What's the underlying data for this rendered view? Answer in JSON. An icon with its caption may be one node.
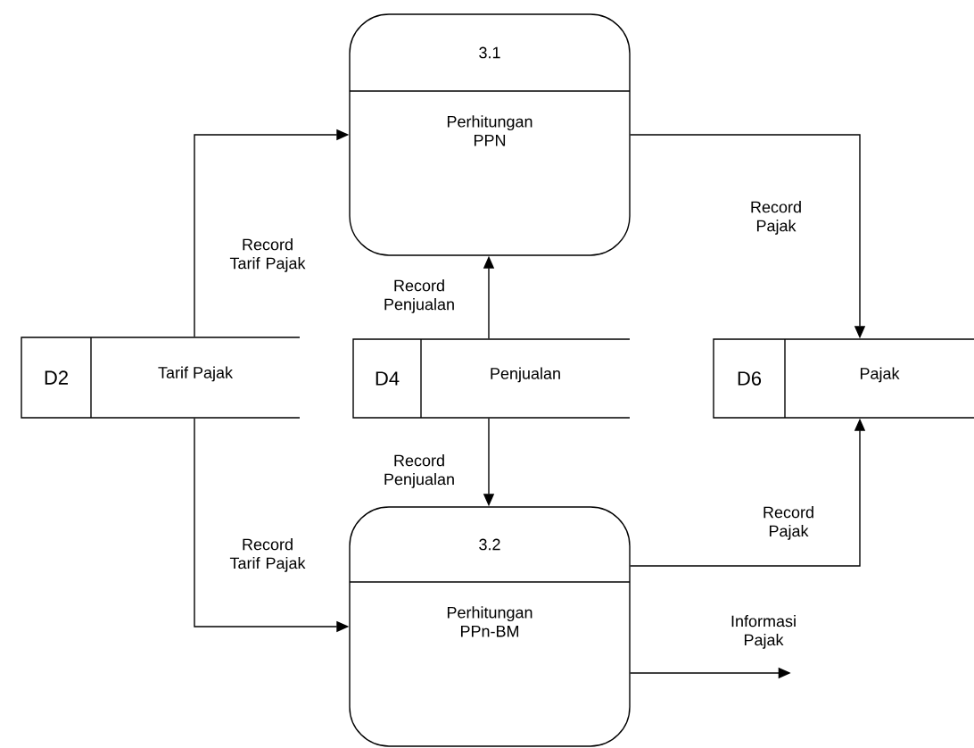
{
  "diagram": {
    "nodes": [
      {
        "text": [
          "3.1",
          "Perhitungan PPN"
        ]
      },
      {
        "text": [
          "D2",
          "Tarif Pajak"
        ]
      },
      {
        "text": [
          "D4",
          "Penjualan"
        ]
      },
      {
        "text": [
          "D6",
          "Pajak"
        ]
      },
      {
        "text": [
          "3.2",
          "Perhitungan PPn-BM"
        ]
      }
    ],
    "edges": [
      {
        "from": 1,
        "to": 0,
        "arrow": "to",
        "label": "Record Tarif Pajak"
      },
      {
        "from": 2,
        "to": 0,
        "arrow": "to",
        "label": "Record Penjualan"
      },
      {
        "from": 0,
        "to": 3,
        "arrow": "to",
        "label": "Record Pajak"
      },
      {
        "from": 2,
        "to": 4,
        "arrow": "to",
        "label": "Record Penjualan"
      },
      {
        "from": 1,
        "to": 4,
        "arrow": "to",
        "label": "Record Tarif Pajak"
      },
      {
        "from": 4,
        "to": 3,
        "arrow": "to",
        "label": "Record Pajak"
      },
      {
        "from": 4,
        "to": null,
        "arrow": "to",
        "label": "Informasi Pajak"
      }
    ]
  }
}
